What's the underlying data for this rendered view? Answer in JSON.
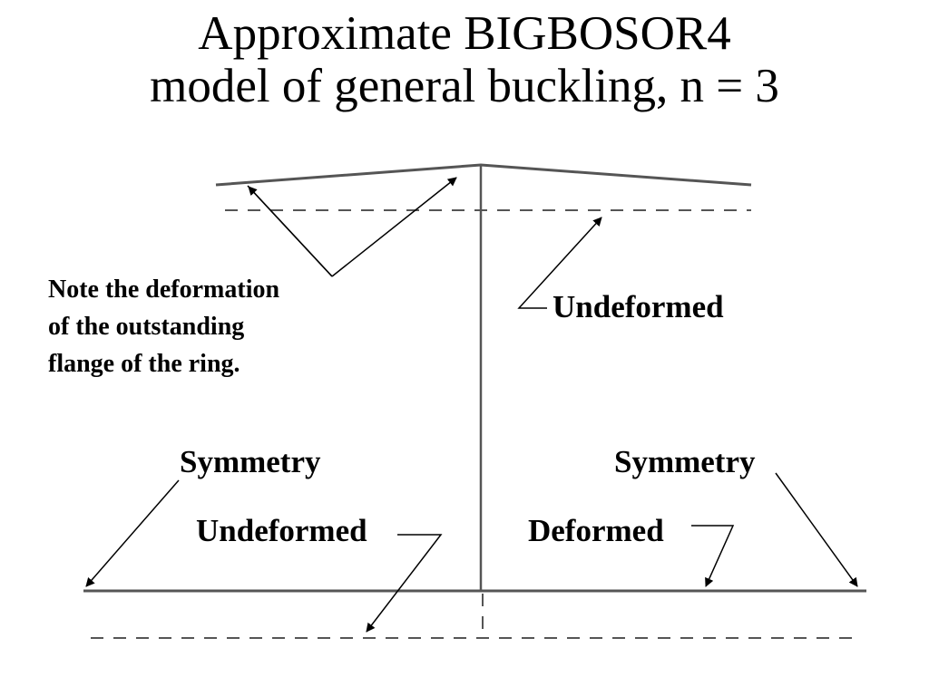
{
  "title": {
    "line1": "Approximate BIGBOSOR4",
    "line2": "model of general buckling, n = 3"
  },
  "note": {
    "line1": "Note the deformation",
    "line2": "of the outstanding",
    "line3": "flange of the ring."
  },
  "labels": {
    "undeformed_flange": "Undeformed",
    "symmetry_left": "Symmetry",
    "symmetry_right": "Symmetry",
    "undeformed_shell": "Undeformed",
    "deformed_shell": "Deformed"
  },
  "colors": {
    "line": "#555555",
    "arrow": "#000000",
    "text": "#000000",
    "background": "#ffffff"
  }
}
